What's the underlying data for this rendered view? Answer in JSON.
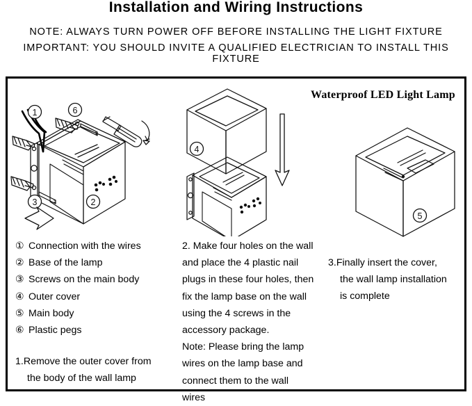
{
  "header": {
    "title": "Installation and Wiring Instructions",
    "note": "NOTE: ALWAYS TURN POWER OFF BEFORE INSTALLING THE LIGHT FIXTURE",
    "important": "IMPORTANT: YOU SHOULD INVITE A QUALIFIED ELECTRICIAN TO INSTALL THIS FIXTURE"
  },
  "frame": {
    "product_name": "Waterproof LED Light Lamp"
  },
  "legend": {
    "items": [
      {
        "num": "①",
        "label": "Connection with the wires"
      },
      {
        "num": "②",
        "label": "Base of the lamp"
      },
      {
        "num": "③",
        "label": "Screws on the main body"
      },
      {
        "num": "④",
        "label": "Outer cover"
      },
      {
        "num": "⑤",
        "label": "Main body"
      },
      {
        "num": "⑥",
        "label": "Plastic pegs"
      }
    ]
  },
  "step1": {
    "line1": "1.Remove the outer cover from",
    "line2": "the body of the wall lamp"
  },
  "step2": {
    "lines": [
      "2. Make four holes on the wall",
      "and place the 4 plastic nail",
      "plugs in these four holes, then",
      "fix the lamp base on the wall",
      "using the 4 screws in the",
      "accessory package.",
      "Note: Please bring the lamp",
      "wires on the lamp base and",
      "connect them to the wall",
      "wires"
    ]
  },
  "step3": {
    "line1": "3.Finally insert the cover,",
    "line2": "the wall lamp installation",
    "line3": "is complete"
  },
  "diagram_labels": {
    "left": {
      "callout_1": "①",
      "callout_2": "②",
      "callout_3": "③",
      "callout_6": "⑥"
    },
    "middle": {
      "callout_4": "④"
    },
    "right": {
      "callout_5": "⑤"
    }
  },
  "colors": {
    "ink": "#000000",
    "paper": "#ffffff",
    "line": "#1a1a1a"
  }
}
